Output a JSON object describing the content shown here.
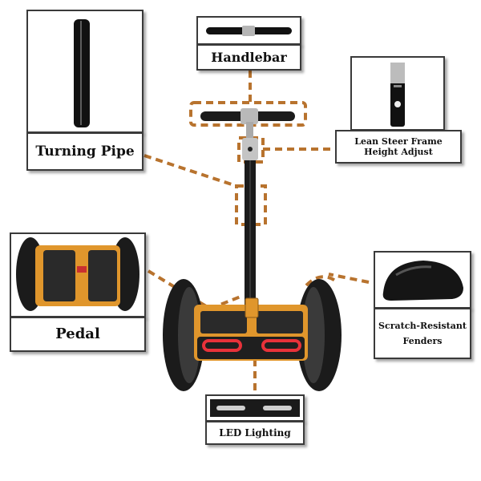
{
  "labels": {
    "handlebar": "Handlebar",
    "turning_pipe": "Turning Pipe",
    "lean_steer_line1": "Lean Steer Frame",
    "lean_steer_line2": "Height Adjust",
    "pedal": "Pedal",
    "fenders_line1": "Scratch-Resistant",
    "fenders_line2": "Fenders",
    "led": "LED Lighting"
  },
  "colors": {
    "dash": "#b8732e",
    "body_orange": "#e0962c",
    "tire": "#1b1b1b",
    "led_red": "#e8323a"
  }
}
